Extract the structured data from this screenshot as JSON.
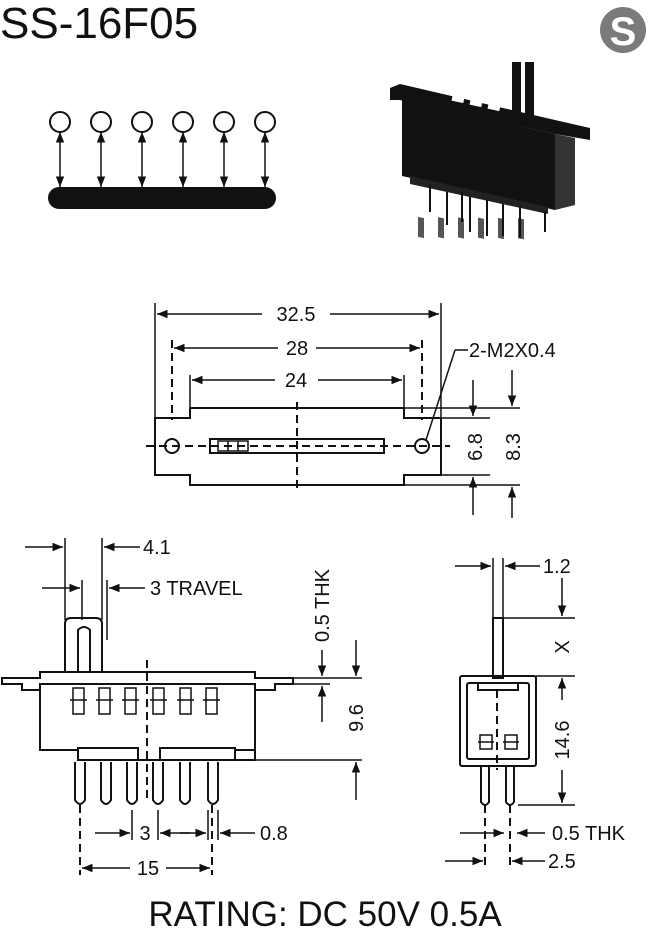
{
  "header": {
    "model": "SS-16F05",
    "logo_letter": "S"
  },
  "top_view": {
    "dim_overall": "32.5",
    "dim_holes": "28",
    "dim_inner": "24",
    "hole_note": "2-M2X0.4",
    "dim_height_inner": "6.8",
    "dim_height_outer": "8.3"
  },
  "front_view": {
    "dim_knob": "4.1",
    "dim_travel": "3 TRAVEL",
    "dim_thickness": "0.5 THK",
    "dim_height": "9.6",
    "dim_pitch": "3",
    "dim_pin": "0.8",
    "dim_span": "15"
  },
  "side_view": {
    "dim_actuator": "1.2",
    "dim_x": "X",
    "dim_body": "14.6",
    "dim_pin_thk": "0.5 THK",
    "dim_pin_spacing": "2.5"
  },
  "footer": {
    "rating": "RATING: DC 50V 0.5A"
  },
  "colors": {
    "ink": "#111111",
    "logo_gray": "#7a7a7a"
  }
}
